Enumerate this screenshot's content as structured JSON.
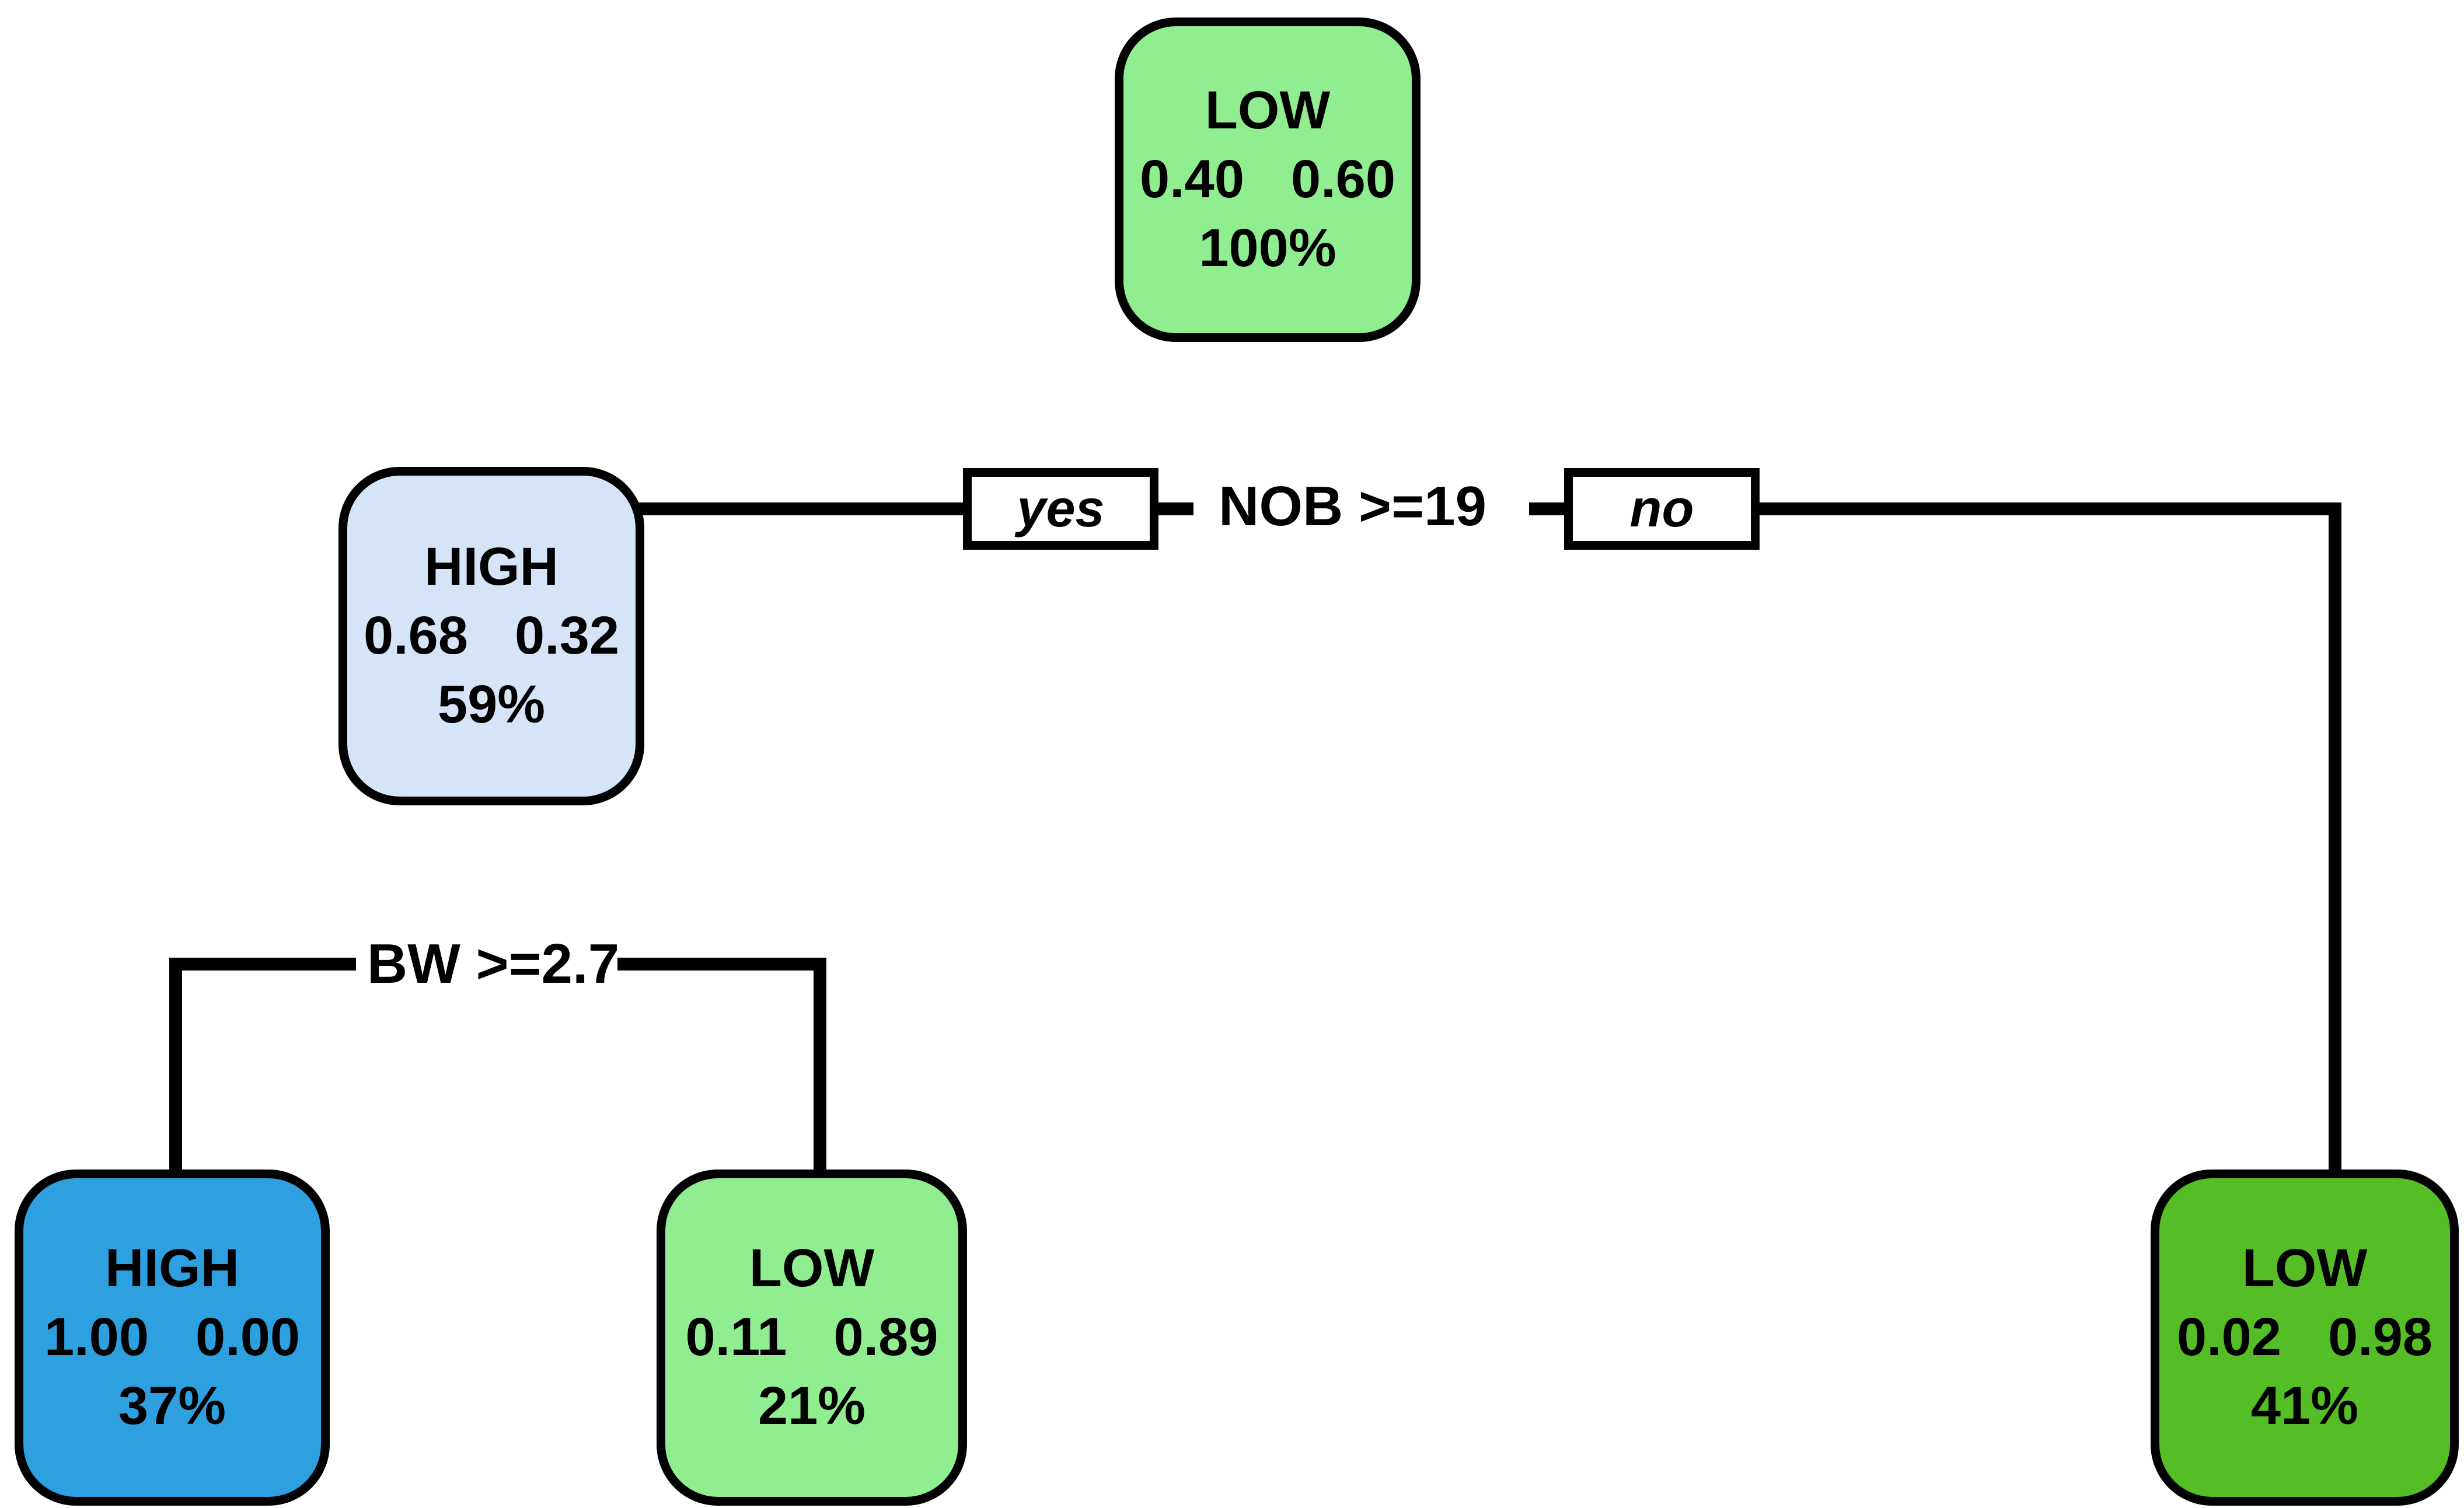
{
  "diagram": {
    "kind": "decision-tree",
    "background": "#ffffff",
    "line_color": "#000000"
  },
  "colors": {
    "light_green": "#90EE90",
    "light_blue": "#D6E4F8",
    "blue": "#2E9FDF",
    "green": "#55BE27"
  },
  "nodes": {
    "root": {
      "label": "LOW",
      "prob_high": "0.40",
      "prob_low": "0.60",
      "coverage": "100%",
      "fill": "#90EE90"
    },
    "high_59": {
      "label": "HIGH",
      "prob_high": "0.68",
      "prob_low": "0.32",
      "coverage": "59%",
      "fill": "#D6E4F8"
    },
    "high_37": {
      "label": "HIGH",
      "prob_high": "1.00",
      "prob_low": "0.00",
      "coverage": "37%",
      "fill": "#2E9FDF"
    },
    "low_21": {
      "label": "LOW",
      "prob_high": "0.11",
      "prob_low": "0.89",
      "coverage": "21%",
      "fill": "#90EE90"
    },
    "low_41": {
      "label": "LOW",
      "prob_high": "0.02",
      "prob_low": "0.98",
      "coverage": "41%",
      "fill": "#55BE27"
    }
  },
  "splits": {
    "root_split": {
      "condition": "NOB >=19",
      "yes": "yes",
      "no": "no"
    },
    "second_split": {
      "condition": "BW >=2.7"
    }
  }
}
